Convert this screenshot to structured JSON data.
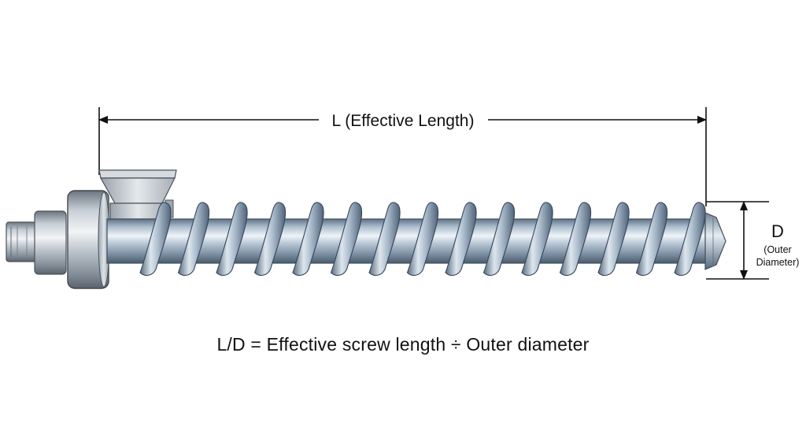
{
  "diagram": {
    "length_label": "L (Effective Length)",
    "diameter_label": "D",
    "diameter_sub_1": "(Outer",
    "diameter_sub_2": "Diameter)",
    "formula": "L/D = Effective screw length ÷ Outer diameter"
  },
  "colors": {
    "steel_light": "#e6ecf2",
    "steel_mid": "#9fb2c4",
    "steel_dark": "#4f6275",
    "line": "#111111"
  }
}
